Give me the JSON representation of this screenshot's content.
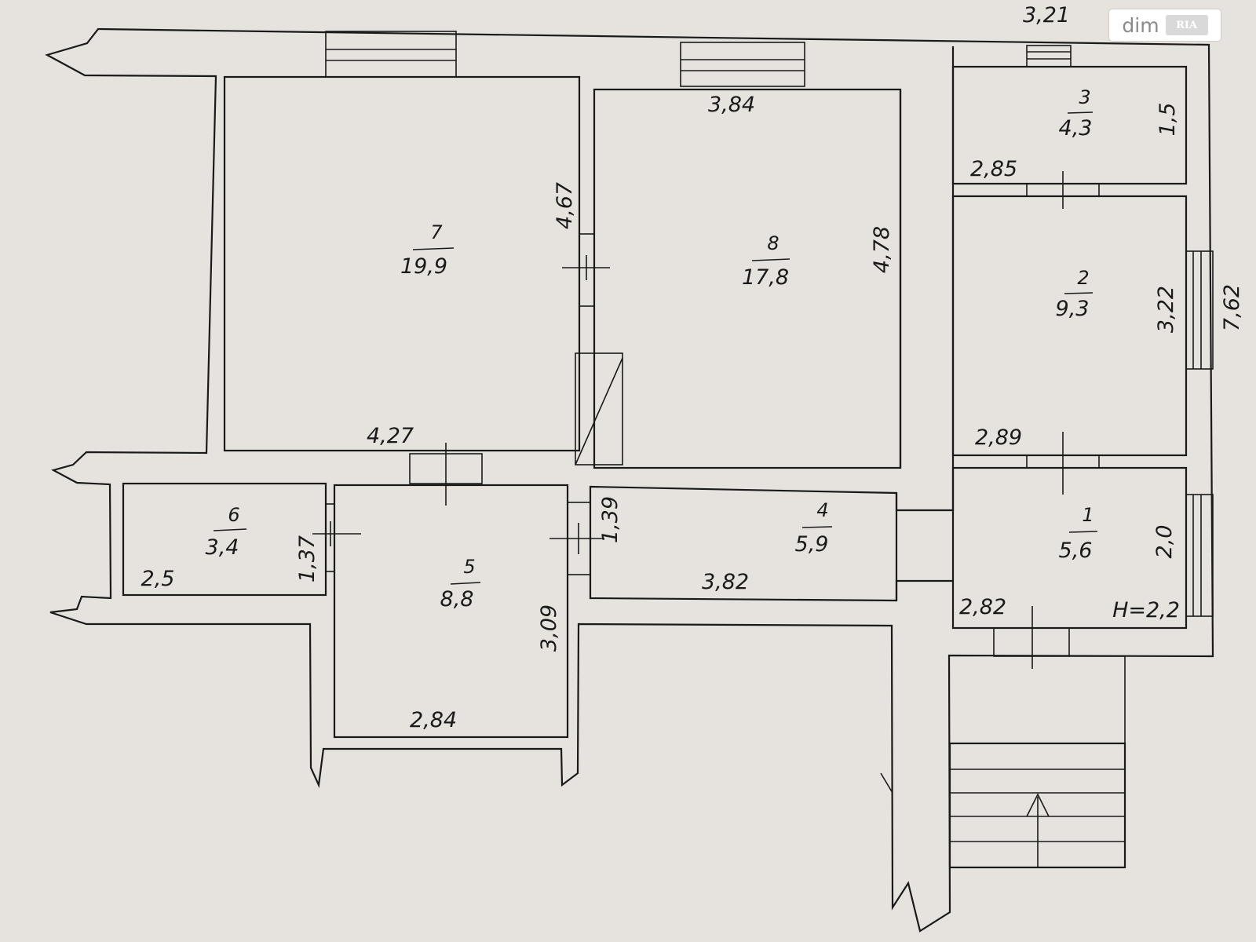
{
  "watermark": {
    "text": "dim",
    "logo_text": "RIA"
  },
  "rooms": [
    {
      "id": "room-7",
      "number": "7",
      "area": "19,9"
    },
    {
      "id": "room-8",
      "number": "8",
      "area": "17,8"
    },
    {
      "id": "room-3",
      "number": "3",
      "area": "4,3"
    },
    {
      "id": "room-2",
      "number": "2",
      "area": "9,3"
    },
    {
      "id": "room-6",
      "number": "6",
      "area": "3,4"
    },
    {
      "id": "room-5",
      "number": "5",
      "area": "8,8"
    },
    {
      "id": "room-4",
      "number": "4",
      "area": "5,9"
    },
    {
      "id": "room-1",
      "number": "1",
      "area": "5,6"
    }
  ],
  "dimensions": {
    "room8_width": "3,84",
    "room7_height": "4,67",
    "room8_height": "4,78",
    "room7_width": "4,27",
    "room3_width": "2,85",
    "room3_height": "1,5",
    "room2_height": "3,22",
    "room2_width": "2,89",
    "total_right": "7,62",
    "top_right": "3,21",
    "room6_width": "2,5",
    "room6_height": "1,37",
    "room4_height": "1,39",
    "room4_width": "3,82",
    "room5_height": "3,09",
    "room5_width": "2,84",
    "room1_height": "2,0",
    "room1_width": "2,82",
    "ceiling_height": "H=2,2"
  },
  "colors": {
    "paper": "#e6e2de",
    "ink": "#1a1a1a"
  }
}
